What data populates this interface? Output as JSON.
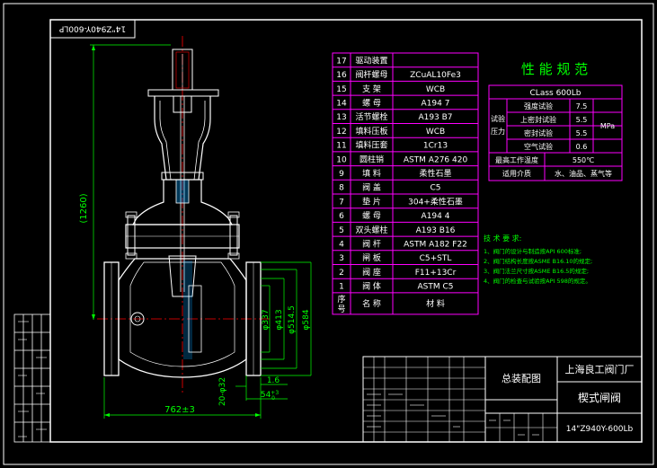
{
  "drawing": {
    "stamp_code": "14\"Z940Y-600LP",
    "colors": {
      "frame": "#ffffff",
      "table": "#ff00ff",
      "text": "#ffffff",
      "spec_title": "#00ff00",
      "dimension": "#00ff00",
      "centerline": "#ff0000",
      "hatch": "#00a0ff",
      "outline": "#ffffff"
    }
  },
  "bom": {
    "header": {
      "no": "序\n号",
      "name": "名  称",
      "material": "材    料"
    },
    "rows": [
      {
        "no": "17",
        "name": "驱动装置",
        "material": ""
      },
      {
        "no": "16",
        "name": "阀杆螺母",
        "material": "ZCuAL10Fe3"
      },
      {
        "no": "15",
        "name": "支  架",
        "material": "WCB"
      },
      {
        "no": "14",
        "name": "螺  母",
        "material": "A194 7"
      },
      {
        "no": "13",
        "name": "活节螺栓",
        "material": "A193 B7"
      },
      {
        "no": "12",
        "name": "填料压板",
        "material": "WCB"
      },
      {
        "no": "11",
        "name": "填料压套",
        "material": "1Cr13"
      },
      {
        "no": "10",
        "name": "圆柱销",
        "material": "ASTM A276 420"
      },
      {
        "no": "9",
        "name": "填  料",
        "material": "柔性石墨"
      },
      {
        "no": "8",
        "name": "阀  盖",
        "material": "C5"
      },
      {
        "no": "7",
        "name": "垫  片",
        "material": "304+柔性石墨"
      },
      {
        "no": "6",
        "name": "螺  母",
        "material": "A194 4"
      },
      {
        "no": "5",
        "name": "双头螺柱",
        "material": "A193 B16"
      },
      {
        "no": "4",
        "name": "阀  杆",
        "material": "ASTM A182 F22"
      },
      {
        "no": "3",
        "name": "闸  板",
        "material": "C5+STL"
      },
      {
        "no": "2",
        "name": "阀  座",
        "material": "F11+13Cr"
      },
      {
        "no": "1",
        "name": "阀  体",
        "material": "ASTM C5"
      }
    ]
  },
  "spec": {
    "title": "性 能 规 范",
    "class_label": "CLass 600Lb",
    "test_group": "试验\n压力",
    "unit": "MPa",
    "tests": [
      {
        "name": "强度试验",
        "value": "7.5"
      },
      {
        "name": "上密封试验",
        "value": "5.5"
      },
      {
        "name": "密封试验",
        "value": "5.5"
      },
      {
        "name": "空气试验",
        "value": "0.6"
      }
    ],
    "max_temp_label": "最高工作温度",
    "max_temp_value": "550℃",
    "medium_label": "适用介质",
    "medium_value": "水、油品、蒸气等"
  },
  "notes": {
    "title": "技 术 要 求:",
    "items": [
      "1、阀门的设计与制造按API 600标准;",
      "2、阀门结构长度按ASME B16.10的规定;",
      "3、阀门法兰尺寸按ASME B16.5的规定;",
      "4、阀门的检查与试验按API 598的规定。"
    ]
  },
  "title_block": {
    "company": "上海良工阀门厂",
    "drawing_name": "总装配图",
    "product": "楔式闸阀",
    "model": "14\"Z940Y-600Lb"
  },
  "dimensions": {
    "height": "(1260)",
    "length": "762±3",
    "d337": "φ337",
    "d413": "φ413",
    "d514": "φ514.5",
    "d584": "φ584",
    "d32": "20-φ32",
    "t16": "1.6",
    "t54": "54+3\n   0"
  }
}
